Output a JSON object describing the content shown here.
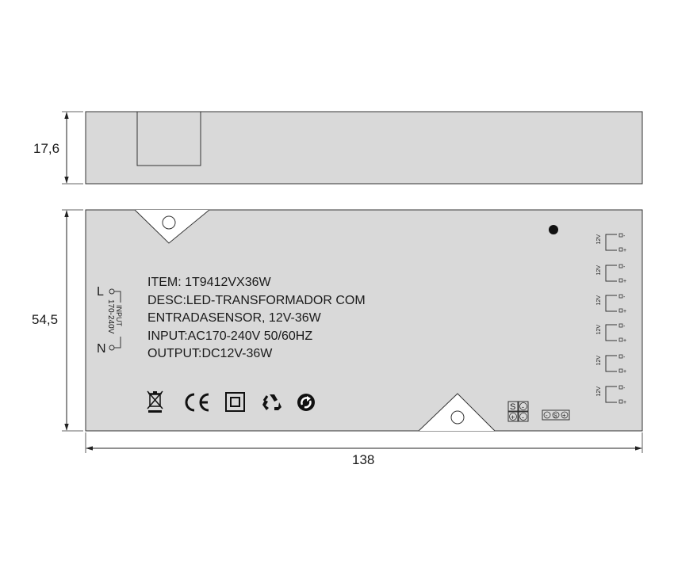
{
  "dimensions": {
    "height_top": "17,6",
    "height_main": "54,5",
    "width": "138"
  },
  "label": {
    "item": "ITEM: 1T9412VX36W",
    "desc1": "DESC:LED-TRANSFORMADOR COM",
    "desc2": "ENTRADASENSOR, 12V-36W",
    "input": "INPUT:AC170-240V 50/60HZ",
    "output": "OUTPUT:DC12V-36W"
  },
  "input_terminal": {
    "l": "L",
    "n": "N",
    "title": "INPUT",
    "range": "170-240V"
  },
  "outputs": [
    {
      "voltage": "12V",
      "minus": "-",
      "plus": "+"
    },
    {
      "voltage": "12V",
      "minus": "-",
      "plus": "+"
    },
    {
      "voltage": "12V",
      "minus": "-",
      "plus": "+"
    },
    {
      "voltage": "12V",
      "minus": "-",
      "plus": "+"
    },
    {
      "voltage": "12V",
      "minus": "-",
      "plus": "+"
    },
    {
      "voltage": "12V",
      "minus": "-",
      "plus": "+"
    }
  ],
  "sensor": {
    "s": "S",
    "minus": "-",
    "plus": "+"
  },
  "icons": [
    "weee-bin-icon",
    "ce-mark-icon",
    "double-insulation-icon",
    "recycle-icon",
    "green-dot-icon"
  ],
  "colors": {
    "body_fill": "#d9d9d9",
    "outline": "#333333",
    "text": "#1a1a1a"
  }
}
